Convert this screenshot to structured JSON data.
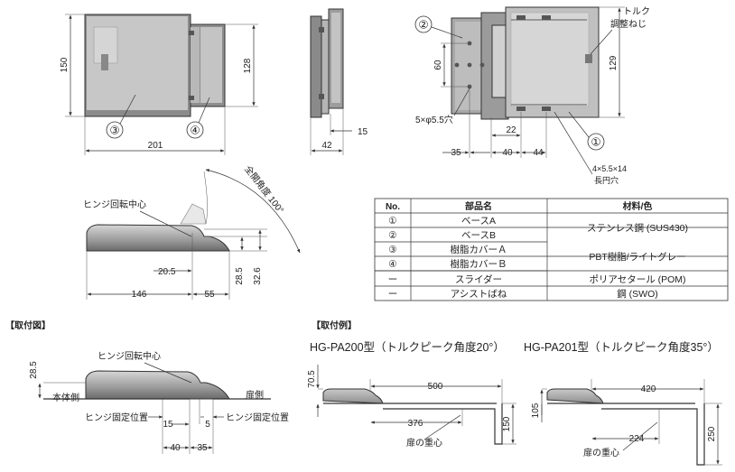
{
  "front_view": {
    "width": "201",
    "height": "150",
    "inner_height": "128",
    "callout_resin_a": "③",
    "callout_resin_b": "④"
  },
  "side_view": {
    "depth": "42",
    "offset": "15"
  },
  "back_view": {
    "callout_base_b": "②",
    "callout_base_a": "①",
    "torque_label_line1": "トルク",
    "torque_label_line2": "調整ねじ",
    "hole_spacing": "60",
    "height": "129",
    "holes": "5×φ5.5穴",
    "dim_35": "35",
    "dim_40": "40",
    "dim_44": "44",
    "dim_22": "22",
    "slot_line1": "4×5.5×14",
    "slot_line2": "長円穴"
  },
  "profile_view": {
    "hinge_center": "ヒンジ回転中心",
    "open_angle": "全開角度 100°",
    "dim_146": "146",
    "dim_55": "55",
    "dim_20_5": "20.5",
    "dim_28_5": "28.5",
    "dim_32_6": "32.6"
  },
  "parts_table": {
    "headers": [
      "No.",
      "部品名",
      "材料/色"
    ],
    "rows": [
      {
        "no": "①",
        "name": "ベースA"
      },
      {
        "no": "②",
        "name": "ベースB"
      },
      {
        "no": "③",
        "name": "樹脂カバーＡ"
      },
      {
        "no": "④",
        "name": "樹脂カバーＢ"
      },
      {
        "no": "ー",
        "name": "スライダー"
      },
      {
        "no": "ー",
        "name": "アシストばね"
      }
    ],
    "materials": [
      "ステンレス鋼 (SUS430)",
      "PBT樹脂/ライトグレー",
      "ポリアセタール (POM)",
      "鋼 (SWO)"
    ]
  },
  "mounting_diagram": {
    "title": "【取付図】",
    "hinge_center": "ヒンジ回転中心",
    "body_side": "本体側",
    "door_side": "扉側",
    "hinge_fix_left": "ヒンジ固定位置",
    "hinge_fix_right": "ヒンジ固定位置",
    "dim_28_5": "28.5",
    "dim_15": "15",
    "dim_5": "5",
    "dim_40": "40",
    "dim_35": "35"
  },
  "mounting_example": {
    "title": "【取付例】",
    "pa200": {
      "label": "HG-PA200型（トルクピーク角度20°）",
      "dim_70_5": "70.5",
      "dim_500": "500",
      "dim_376": "376",
      "dim_150": "150",
      "center": "扉の重心"
    },
    "pa201": {
      "label": "HG-PA201型（トルクピーク角度35°）",
      "dim_105": "105",
      "dim_420": "420",
      "dim_224": "224",
      "dim_250": "250",
      "center": "扉の重心"
    }
  }
}
